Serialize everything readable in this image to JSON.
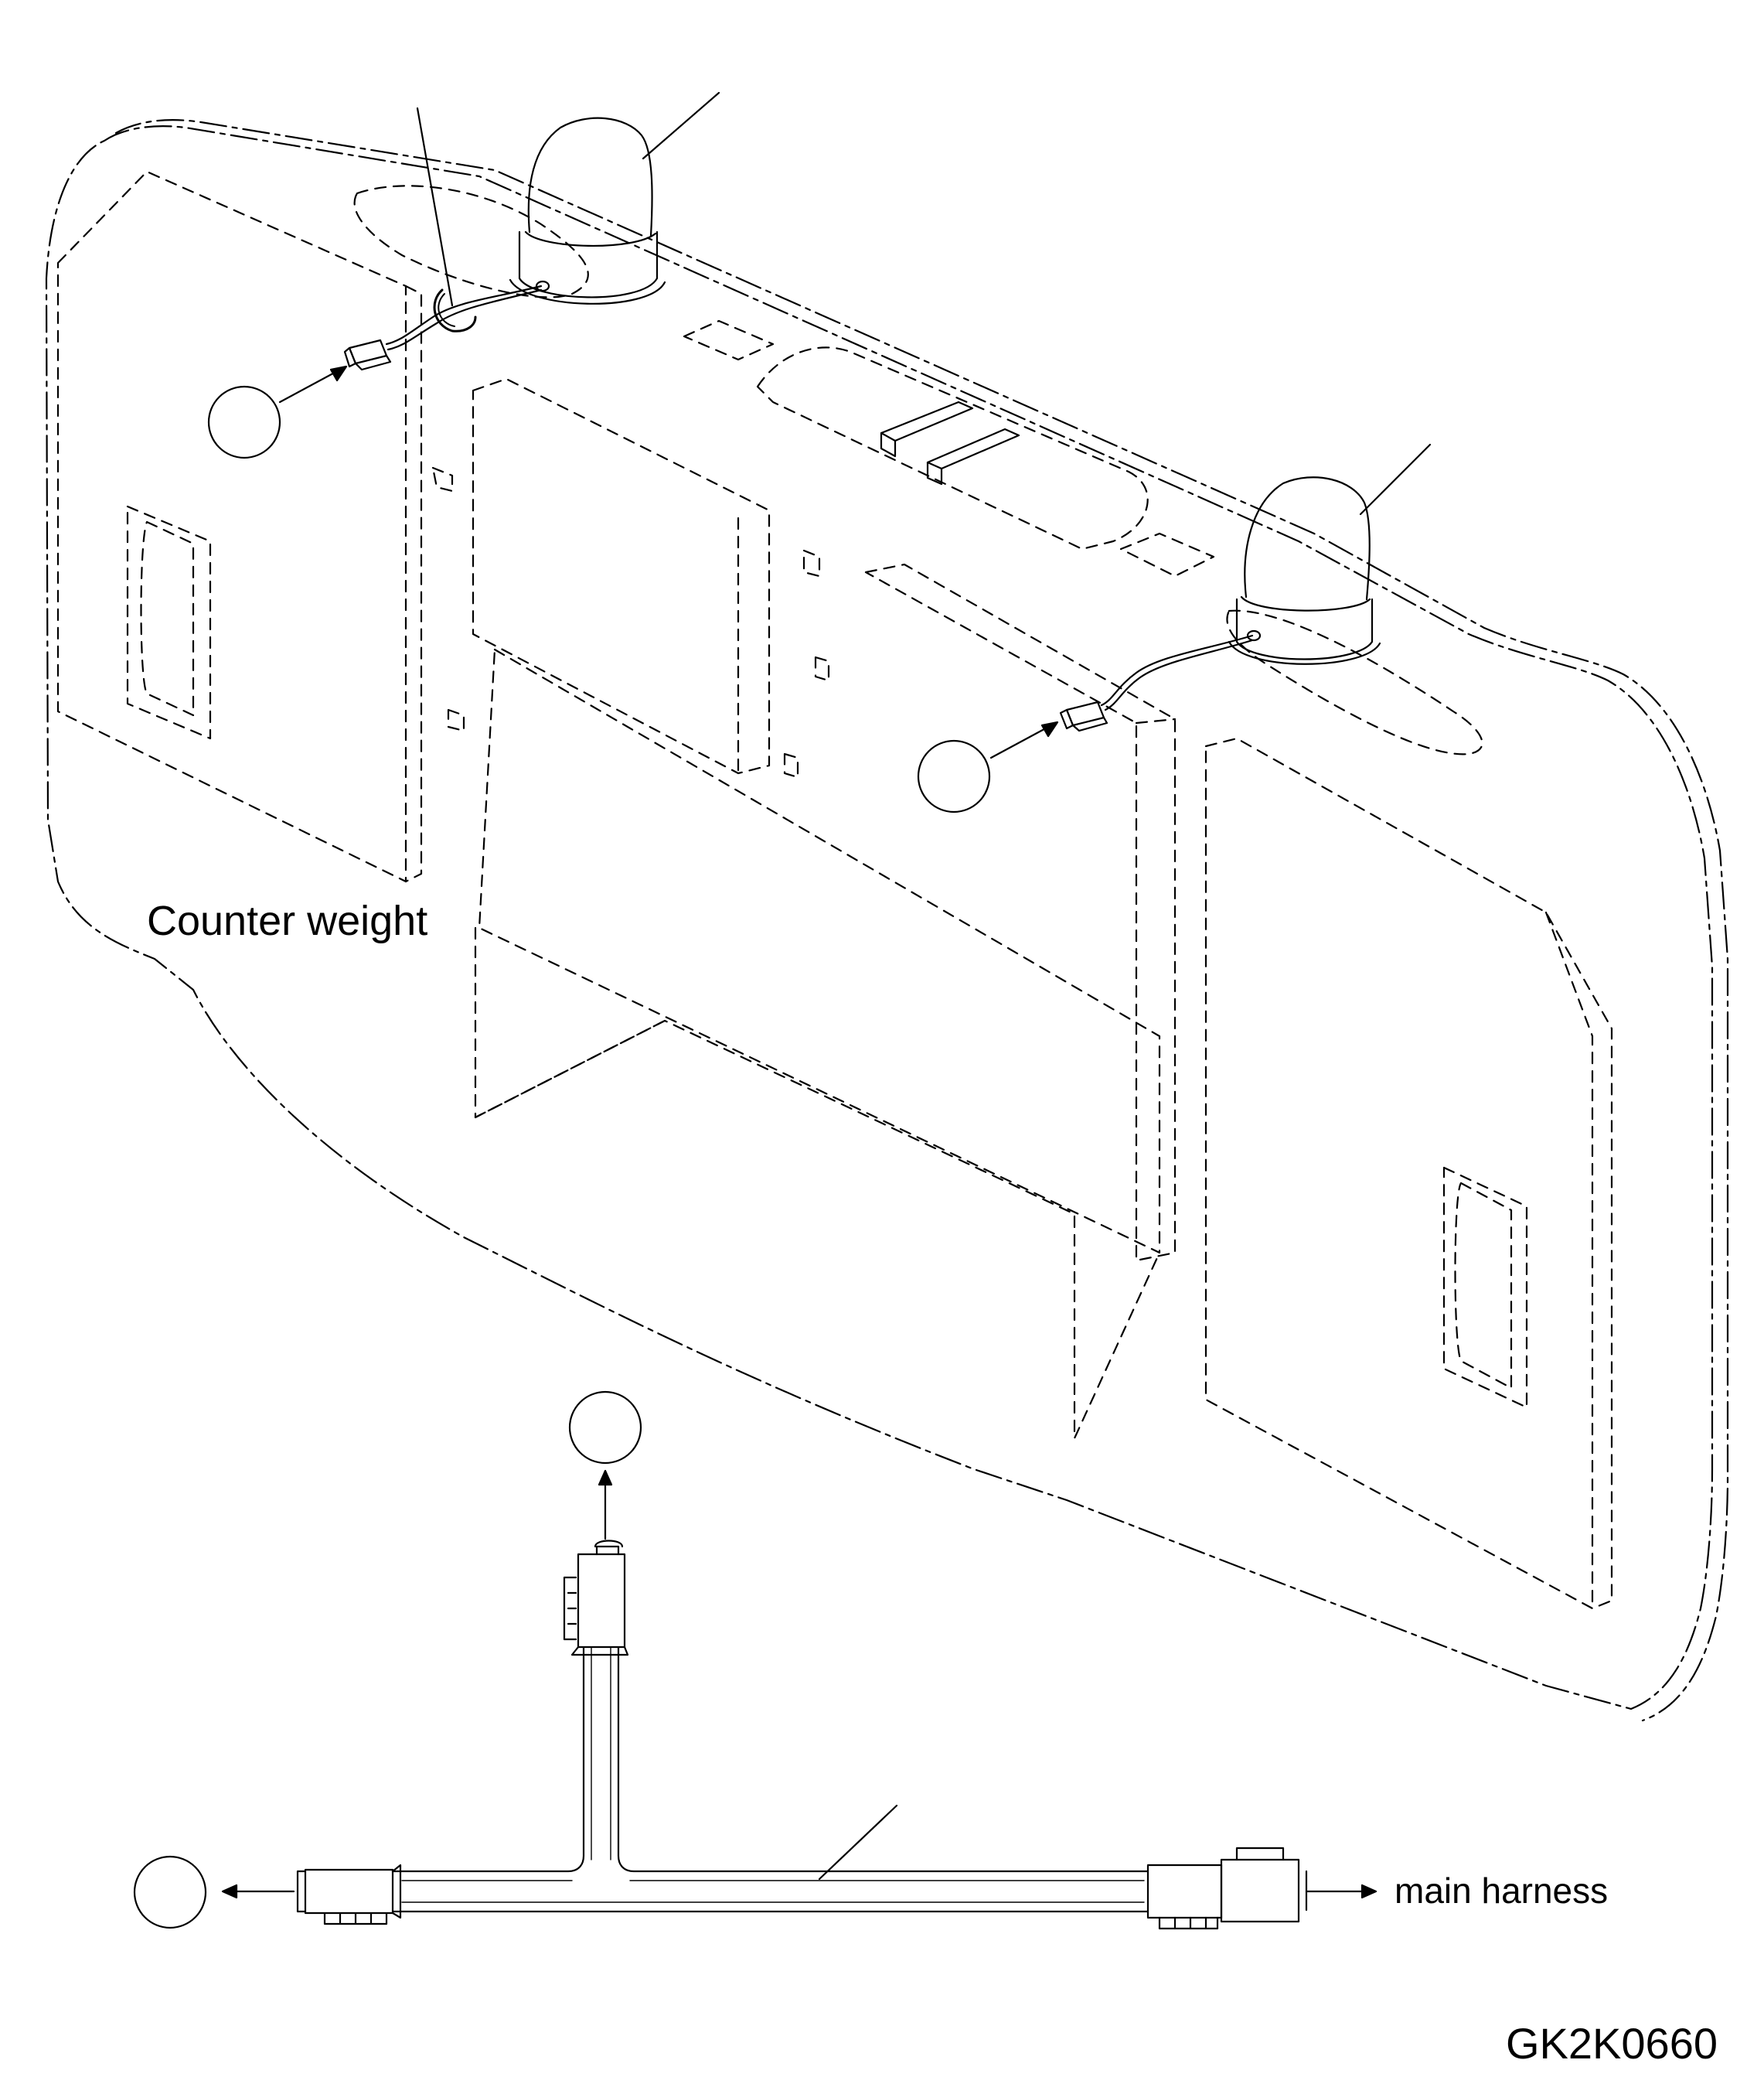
{
  "labels": {
    "counter_weight": "Counter weight",
    "main_harness": "main harness",
    "drawing_code": "GK2K0660"
  },
  "colors": {
    "line": "#000000",
    "background": "#ffffff"
  }
}
